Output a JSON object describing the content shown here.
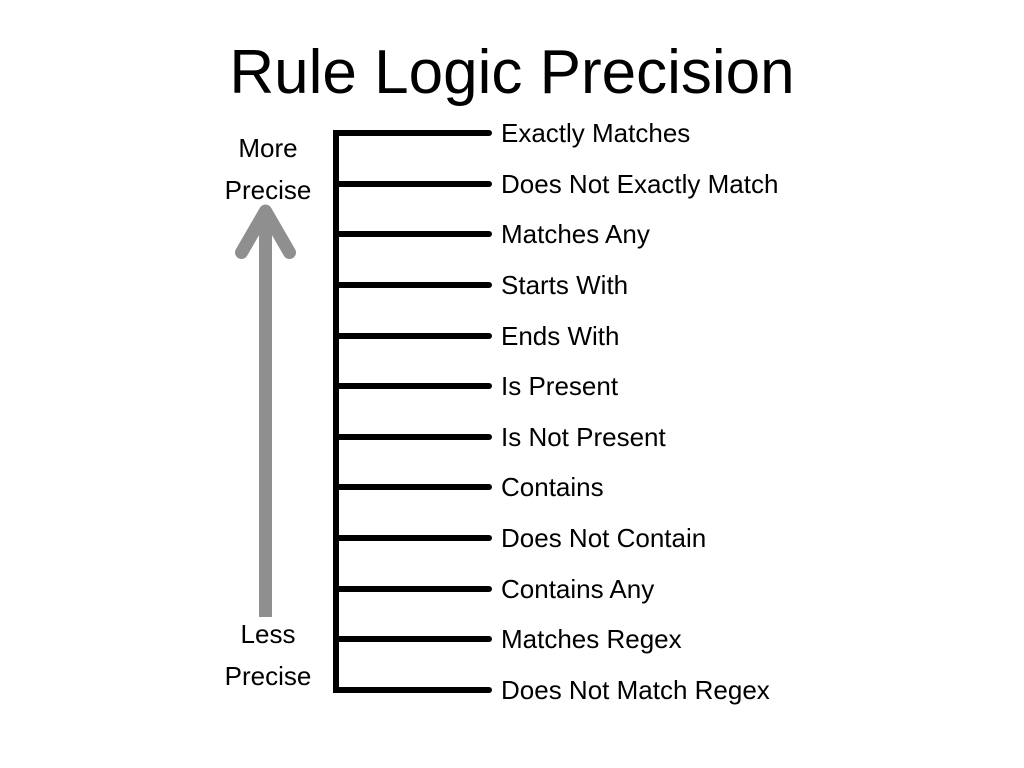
{
  "title": "Rule Logic Precision",
  "axis": {
    "top_label_line1": "More",
    "top_label_line2": "Precise",
    "bottom_label_line1": "Less",
    "bottom_label_line2": "Precise",
    "arrow_color": "#8f8f8f"
  },
  "ladder": {
    "line_color": "#000000",
    "order": "most precise at top, least precise at bottom",
    "items": [
      {
        "label": "Exactly Matches"
      },
      {
        "label": "Does Not Exactly Match"
      },
      {
        "label": "Matches Any"
      },
      {
        "label": "Starts With"
      },
      {
        "label": "Ends With"
      },
      {
        "label": "Is Present"
      },
      {
        "label": "Is Not Present"
      },
      {
        "label": "Contains"
      },
      {
        "label": "Does Not Contain"
      },
      {
        "label": "Contains Any"
      },
      {
        "label": "Matches Regex"
      },
      {
        "label": "Does Not Match Regex"
      }
    ]
  }
}
